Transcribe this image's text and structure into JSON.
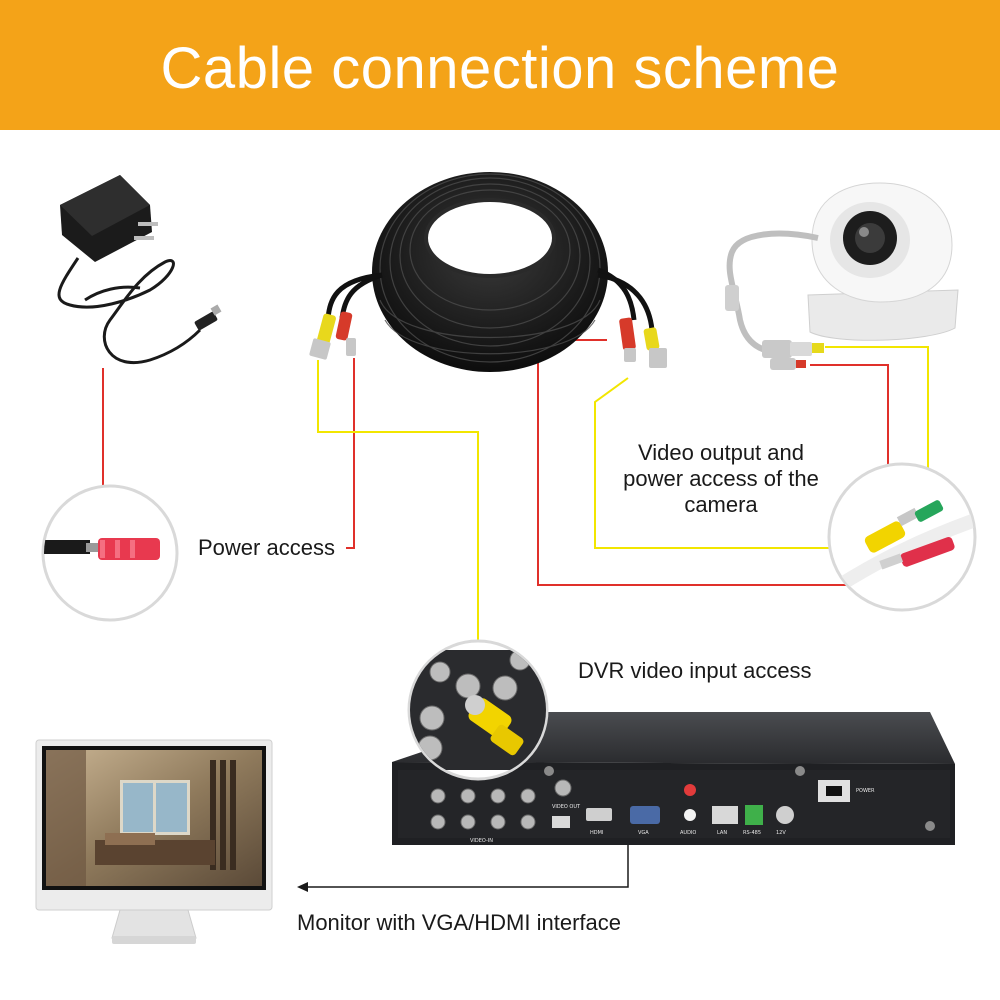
{
  "banner": {
    "title": "Cable connection scheme",
    "background": "#f4a318"
  },
  "labels": {
    "power_access": "Power access",
    "camera_output": "Video output and power access of the camera",
    "dvr_input": "DVR video input access",
    "monitor": "Monitor with VGA/HDMI interface"
  },
  "dvr_panel": {
    "video_in": "VIDEO-IN",
    "video_out": "VIDEO OUT",
    "hdmi": "HDMI",
    "vga": "VGA",
    "audio": "AUDIO",
    "lan": "LAN",
    "rs485": "RS-485",
    "dc12v": "12V",
    "power": "POWER"
  },
  "colors": {
    "video_line": "#f2e600",
    "power_line": "#e0302a",
    "leader_line": "#1a1a1a"
  },
  "icons": [
    "power-adapter-icon",
    "coiled-cable-icon",
    "dome-camera-icon",
    "dvr-recorder-icon",
    "monitor-icon"
  ]
}
